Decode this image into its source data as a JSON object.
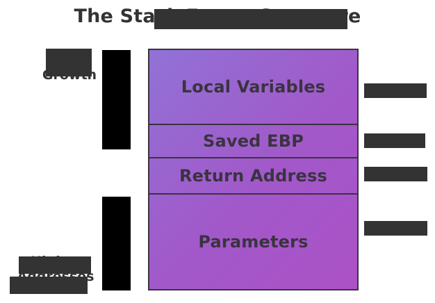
{
  "title": "The Stack Frame Structure",
  "labels": {
    "stack_growth": "Stack\nGrowth",
    "higher_addresses": "Higher\nAddresses"
  },
  "stack_frame": {
    "rows": [
      {
        "label": "Local Variables"
      },
      {
        "label": "Saved EBP"
      },
      {
        "label": "Return Address"
      },
      {
        "label": "Parameters"
      }
    ]
  },
  "colors": {
    "frame_gradient_start": "#9172d6",
    "frame_gradient_end": "#ab52c6",
    "border": "#3a3340",
    "text": "#333333",
    "redaction": "#333333",
    "occlusion": "#000000"
  }
}
